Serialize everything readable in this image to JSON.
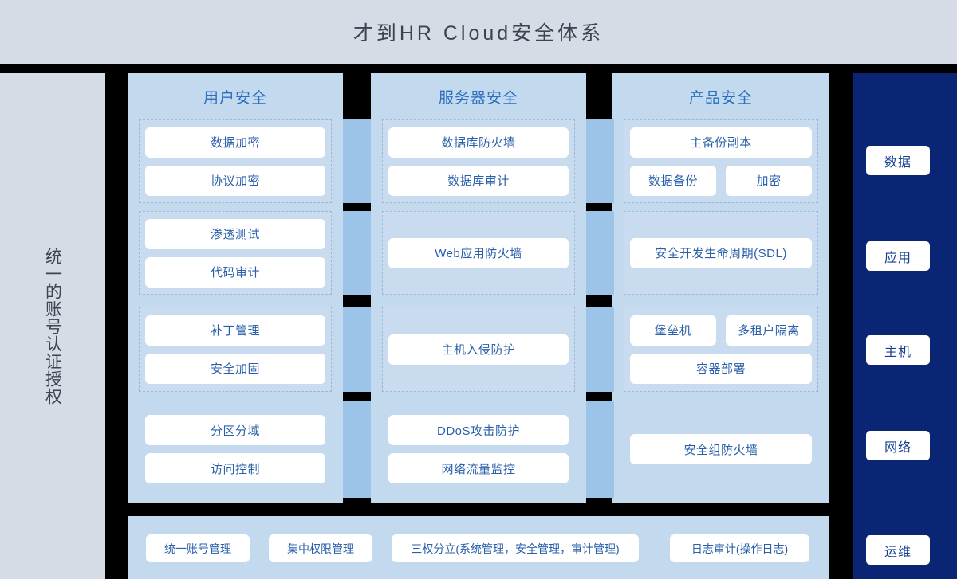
{
  "header": {
    "title": "才到HR Cloud安全体系",
    "bg_color": "#d5dce5",
    "text_color": "#3c4450"
  },
  "left_sidebar": {
    "label": "统一的账号认证授权",
    "bg_color": "#d5dce5"
  },
  "right_sidebar": {
    "bg_color": "#0b2575",
    "layers": [
      {
        "label": "数据"
      },
      {
        "label": "应用"
      },
      {
        "label": "主机"
      },
      {
        "label": "网络"
      },
      {
        "label": "运维"
      }
    ]
  },
  "columns": [
    {
      "header": "用户安全",
      "rows": [
        {
          "banded": true,
          "items": [
            {
              "label": "数据加密",
              "span": "full"
            },
            {
              "label": "协议加密",
              "span": "full"
            }
          ]
        },
        {
          "banded": true,
          "items": [
            {
              "label": "渗透测试",
              "span": "full"
            },
            {
              "label": "代码审计",
              "span": "full"
            }
          ]
        },
        {
          "banded": true,
          "items": [
            {
              "label": "补丁管理",
              "span": "full"
            },
            {
              "label": "安全加固",
              "span": "full"
            }
          ]
        },
        {
          "banded": false,
          "items": [
            {
              "label": "分区分域",
              "span": "full"
            },
            {
              "label": "访问控制",
              "span": "full"
            }
          ]
        }
      ]
    },
    {
      "header": "服务器安全",
      "rows": [
        {
          "banded": true,
          "items": [
            {
              "label": "数据库防火墙",
              "span": "full"
            },
            {
              "label": "数据库审计",
              "span": "full"
            }
          ]
        },
        {
          "banded": true,
          "items": [
            {
              "label": "Web应用防火墙",
              "span": "full"
            }
          ]
        },
        {
          "banded": true,
          "items": [
            {
              "label": "主机入侵防护",
              "span": "full"
            }
          ]
        },
        {
          "banded": false,
          "items": [
            {
              "label": "DDoS攻击防护",
              "span": "full"
            },
            {
              "label": "网络流量监控",
              "span": "full"
            }
          ]
        }
      ]
    },
    {
      "header": "产品安全",
      "rows": [
        {
          "banded": true,
          "items": [
            {
              "label": "主备份副本",
              "span": "full"
            },
            {
              "label": "数据备份",
              "span": "half"
            },
            {
              "label": "加密",
              "span": "half"
            }
          ]
        },
        {
          "banded": true,
          "items": [
            {
              "label": "安全开发生命周期(SDL)",
              "span": "full"
            }
          ]
        },
        {
          "banded": true,
          "items": [
            {
              "label": "堡垒机",
              "span": "half"
            },
            {
              "label": "多租户隔离",
              "span": "half"
            },
            {
              "label": "容器部署",
              "span": "full"
            }
          ]
        },
        {
          "banded": false,
          "items": [
            {
              "label": "安全组防火墙",
              "span": "full"
            }
          ]
        }
      ]
    }
  ],
  "bottom_bar": {
    "bg_color": "#c3d9ee",
    "items": [
      {
        "label": "统一账号管理"
      },
      {
        "label": "集中权限管理"
      },
      {
        "label": "三权分立(系统管理，安全管理，审计管理)"
      },
      {
        "label": "日志审计(操作日志)"
      }
    ]
  },
  "colors": {
    "panel": "#c3d9ee",
    "bridge": "#9cc4e8",
    "chip_text": "#2a5faa",
    "header_text": "#2a6fc0",
    "band_border": "#9cb8d6",
    "navy": "#0b2575",
    "background": "#000000"
  }
}
